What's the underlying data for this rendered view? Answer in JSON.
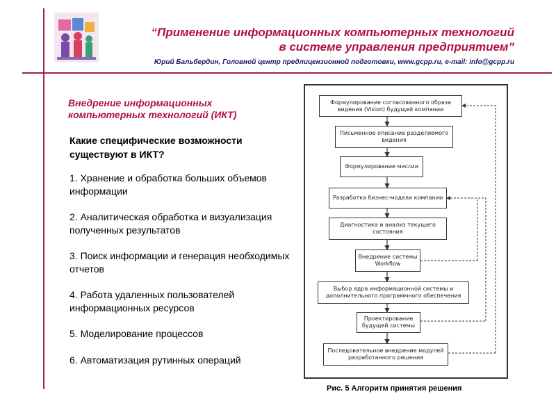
{
  "header": {
    "title_line1": "“Применение информационных компьютерных технологий",
    "title_line2": "в системе управления предприятием”",
    "author": "Юрий Бальбердин, Головной центр предлицензионной подготовки, www.gcpp.ru, e-mail: info@gcpp.ru"
  },
  "left": {
    "subtitle": "Внедрение информационных компьютерных технологий (ИКТ)",
    "question": "Какие специфические возможности существуют в ИКТ?",
    "items": [
      "1. Хранение и обработка больших объемов информации",
      "2. Аналитическая обработка и визуализация полученных результатов",
      "3. Поиск информации и генерация необходимых отчетов",
      "4. Работа удаленных пользователей информационных ресурсов",
      "5. Моделирование процессов",
      "6. Автоматизация рутинных операций"
    ]
  },
  "diagram": {
    "steps": [
      "Формулирование согласованного образа видения (Vision) будущей компании",
      "Письменное описание разделяемого видения",
      "Формулирование миссии",
      "Разработка бизнес-модели компании",
      "Диагностика и анализ текущего состояния",
      "Внедрение системы Workflow",
      "Выбор ядра информационной системы и дополнительного программного обеспечения",
      "Проектирование будущей системы",
      "Последовательное внедрение модулей разработанного решения"
    ],
    "caption": "Рис. 5 Алгоритм принятия решения"
  },
  "colors": {
    "accent": "#b01040",
    "author": "#1a1a66",
    "rule": "#a0204a"
  },
  "logo_icon": "puzzle-people-logo"
}
